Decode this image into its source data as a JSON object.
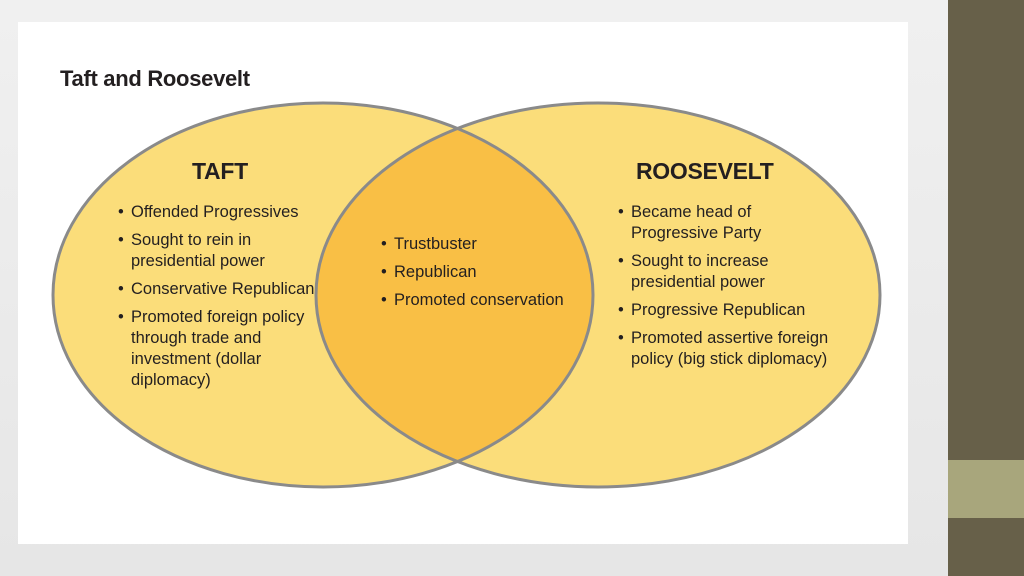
{
  "theme": {
    "circle_fill": "#fbdd7a",
    "overlap_fill": "#f9bf45",
    "circle_stroke": "#8a8a8a",
    "sidebar_color": "#676049",
    "sidebar_accent": "#a8a67c"
  },
  "title": "Taft and Roosevelt",
  "left_set": {
    "heading": "TAFT",
    "items": [
      "Offended Progressives",
      "Sought to rein in presidential power",
      "Conservative Republican",
      "Promoted foreign policy through trade and investment (dollar diplomacy)"
    ]
  },
  "overlap": {
    "items": [
      "Trustbuster",
      "Republican",
      "Promoted conservation"
    ]
  },
  "right_set": {
    "heading": "ROOSEVELT",
    "items": [
      "Became head of Progressive Party",
      "Sought to increase presidential power",
      "Progressive Republican",
      "Promoted assertive foreign policy (big stick diplomacy)"
    ]
  }
}
